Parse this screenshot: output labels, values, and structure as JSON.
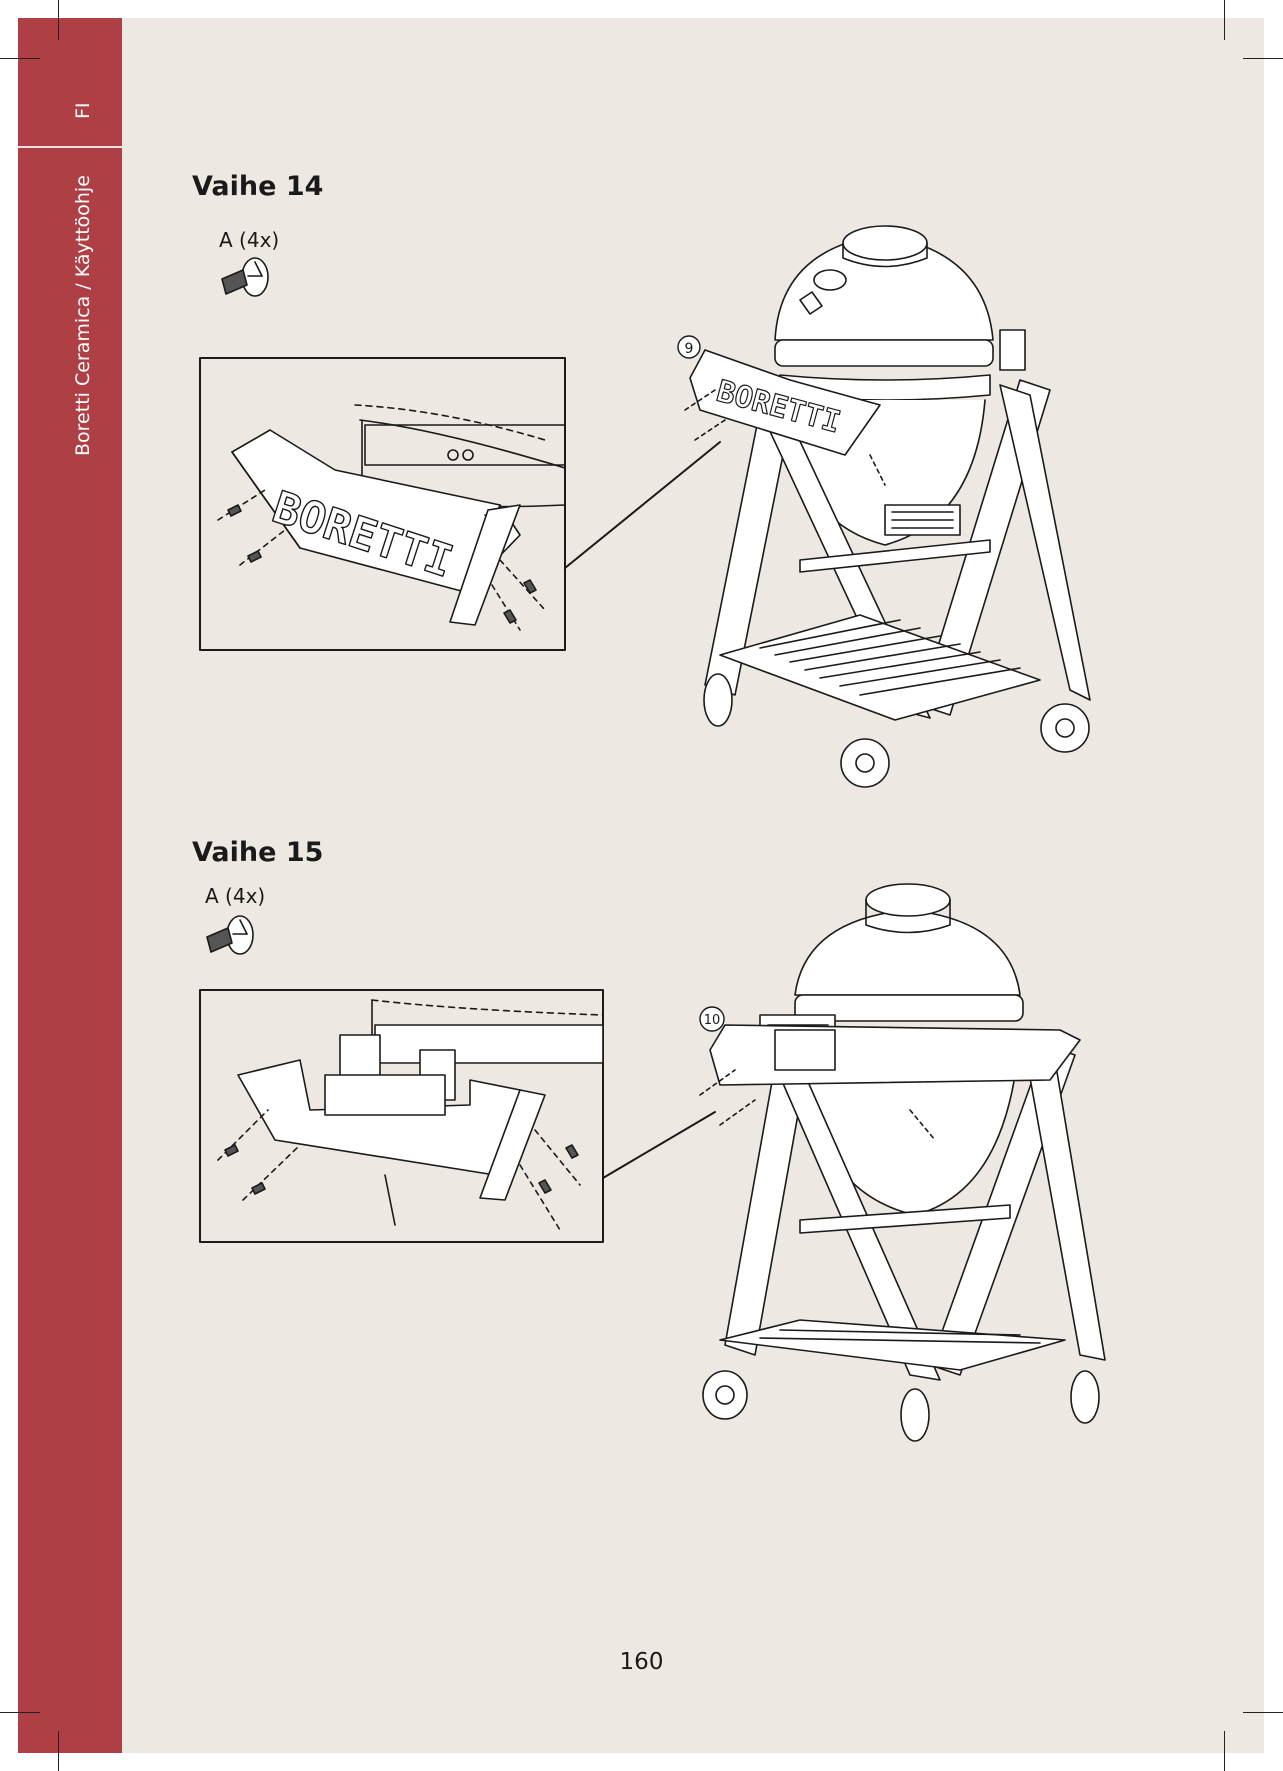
{
  "sidebar": {
    "language_code": "FI",
    "document_title": "Boretti Ceramica / Käyttöohje"
  },
  "steps": [
    {
      "title": "Vaihe 14",
      "part_label": "A (4x)",
      "callout_number": "9",
      "brand_text": "BORETTI"
    },
    {
      "title": "Vaihe 15",
      "part_label": "A (4x)",
      "callout_number": "10"
    }
  ],
  "page_number": "160",
  "colors": {
    "sidebar": "#ae3f45",
    "page_background": "#eee8e2",
    "line": "#1a1a1a"
  }
}
